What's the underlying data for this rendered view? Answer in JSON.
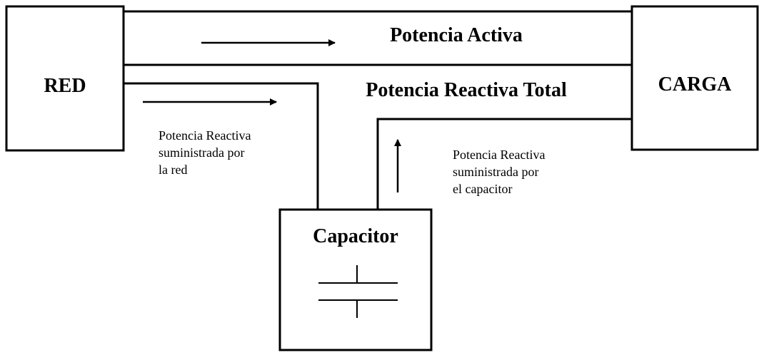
{
  "title": "",
  "colors": {
    "line": "#000000",
    "background": "#ffffff"
  },
  "blocks": {
    "red": "RED",
    "carga": "CARGA",
    "capacitor": "Capacitor"
  },
  "flows": {
    "active_power": "Potencia Activa",
    "total_reactive_power": "Potencia Reactiva Total"
  },
  "annotations": {
    "grid_reactive": [
      "Potencia Reactiva",
      "suministrada por",
      "la red"
    ],
    "capacitor_reactive": [
      "Potencia Reactiva",
      "suministrada por",
      "el capacitor"
    ]
  },
  "symbols": {
    "capacitor": "capacitor-symbol-icon"
  }
}
